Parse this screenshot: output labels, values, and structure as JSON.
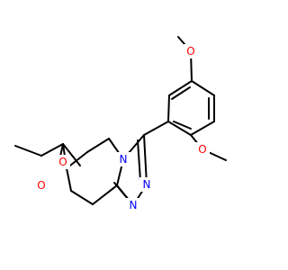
{
  "molecule": {
    "colors": {
      "bond": "#000000",
      "O": "#ff0000",
      "N": "#0000ff"
    },
    "atoms": [
      {
        "id": "o_ome_top",
        "symbol": "O",
        "label": "O"
      },
      {
        "id": "o_ome_ortho",
        "symbol": "O",
        "label": "O"
      },
      {
        "id": "o_carbonyl",
        "symbol": "O",
        "label": "O"
      },
      {
        "id": "o_ester",
        "symbol": "O",
        "label": "O"
      },
      {
        "id": "n4_bridge",
        "symbol": "N",
        "label": "N"
      },
      {
        "id": "n2",
        "symbol": "N",
        "label": "N"
      },
      {
        "id": "n1",
        "symbol": "N",
        "label": "N"
      }
    ]
  }
}
